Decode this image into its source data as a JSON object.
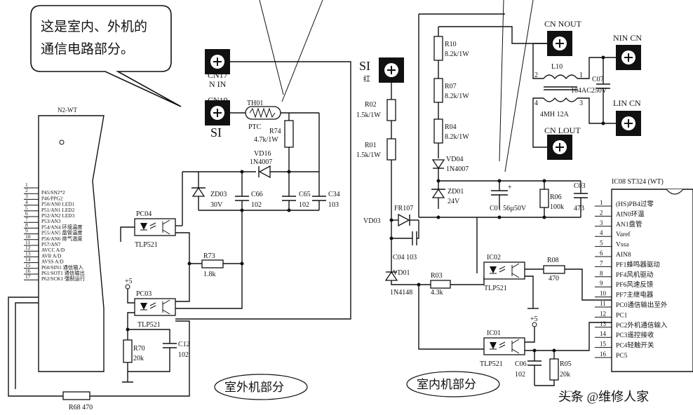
{
  "callout": {
    "line1": "这是室内、外机的",
    "line2": "通信电路部分。"
  },
  "ic_n2": {
    "title": "N2-WT",
    "pins": [
      {
        "n": "1",
        "name": ""
      },
      {
        "n": "2",
        "name": "P45/SN2*2"
      },
      {
        "n": "3",
        "name": "P46/PPG2"
      },
      {
        "n": "4",
        "name": "P50/AN0 LED1"
      },
      {
        "n": "5",
        "name": "P51/AN1 LED2"
      },
      {
        "n": "6",
        "name": "P52/AN2 LED3"
      },
      {
        "n": "7",
        "name": "P53/AN3"
      },
      {
        "n": "8",
        "name": "P54/AN4 环境温度"
      },
      {
        "n": "9",
        "name": "P55/AN5 盘管温度"
      },
      {
        "n": "10",
        "name": "P56/AN6 排气温度"
      },
      {
        "n": "11",
        "name": "P57/AN7"
      },
      {
        "n": "12",
        "name": "AVCC A/D"
      },
      {
        "n": "13",
        "name": "AVR A/D"
      },
      {
        "n": "14",
        "name": "AVSS A/D"
      },
      {
        "n": "15",
        "name": "P60/SIN1 通信输入"
      },
      {
        "n": "16",
        "name": "P61/SOT1 通信输出"
      },
      {
        "n": "17",
        "name": "P62/SCK1 强制运行"
      }
    ]
  },
  "outdoor": {
    "cn17": "CN17",
    "nin": "N IN",
    "cn19": "CN19",
    "si": "SI",
    "th01": "TH01",
    "ptc": "PTC",
    "r74a": "R74",
    "r74b": "4.7k/1W",
    "vd16": "VD16",
    "in4007": "1N4007",
    "zd03": "ZD03",
    "zd03v": "30V",
    "c66": "C66",
    "c66v": "102",
    "c65": "C65",
    "c65v": "102",
    "c34": "C34",
    "c34v": "103",
    "pc04": "PC04",
    "tlp_a": "TLP521",
    "r73": "R73",
    "r73v": "1.8k",
    "plus5": "+5",
    "pc03": "PC03",
    "tlp_b": "TLP521",
    "r70": "R70",
    "r70v": "20k",
    "c12": "C12",
    "c12v": "102",
    "r68": "R68 470",
    "section": "室外机部分"
  },
  "indoor": {
    "si": "SI",
    "hong": "红",
    "r02": "R02",
    "r02v": "1.5k/1W",
    "r01": "R01",
    "r01v": "1.5k/1W",
    "r10": "R10",
    "r10v": "8.2k/1W",
    "r07": "R07",
    "r07v": "8.2k/1W",
    "r04": "R04",
    "r04v": "8.2k/1W",
    "vd04": "VD04",
    "vd04v": "1N4007",
    "zd01": "ZD01",
    "zd01v": "24V",
    "c01": "C01 56µ50V",
    "r06": "R06",
    "r06v": "100k",
    "c03": "C03",
    "c03v": "473",
    "fr107": "FR107",
    "vd03": "VD03",
    "c04": "C04 103",
    "vd01": "VD01",
    "vd01v": "1N4148",
    "r03": "R03",
    "r03v": "4.3k",
    "ic02": "IC02",
    "tlp_a": "TLP521",
    "r08": "R08",
    "r08v": "470",
    "plus5": "+5",
    "ic01": "IC01",
    "tlp_b": "TLP521",
    "c06": "C06",
    "c06v": "102",
    "r05": "R05",
    "r05v": "20k",
    "cn_nout": "CN NOUT",
    "nin_cn": "NIN CN",
    "l10": "L10",
    "c07": "C07",
    "c07v": "104AC250V",
    "lin_cn": "LIN CN",
    "l10v": "4MH 12A",
    "cn_lout": "CN LOUT",
    "n2": "2",
    "n1": "1",
    "n4": "4",
    "n3": "3",
    "section": "室内机部分"
  },
  "ic08": {
    "title": "IC08 ST324 (WT)",
    "pins": [
      {
        "n": "1",
        "name": "(HS)PB4过零"
      },
      {
        "n": "2",
        "name": "AIN0环温"
      },
      {
        "n": "3",
        "name": "AN1盘管"
      },
      {
        "n": "4",
        "name": "Varef"
      },
      {
        "n": "5",
        "name": "Vssa"
      },
      {
        "n": "6",
        "name": "AIN8"
      },
      {
        "n": "7",
        "name": "PF1蜂鸣器驱动"
      },
      {
        "n": "8",
        "name": "PF4风机驱动"
      },
      {
        "n": "9",
        "name": "PF6风速反馈"
      },
      {
        "n": "10",
        "name": "PF7主继电器"
      },
      {
        "n": "11",
        "name": "PC0通信输出至外"
      },
      {
        "n": "12",
        "name": "PC1"
      },
      {
        "n": "13",
        "name": "PC2外机通信输入"
      },
      {
        "n": "14",
        "name": "PC3遥控接收"
      },
      {
        "n": "15",
        "name": "PC4轻触开关"
      },
      {
        "n": "16",
        "name": "PC5"
      }
    ]
  },
  "watermark": "头条 @维修人家"
}
